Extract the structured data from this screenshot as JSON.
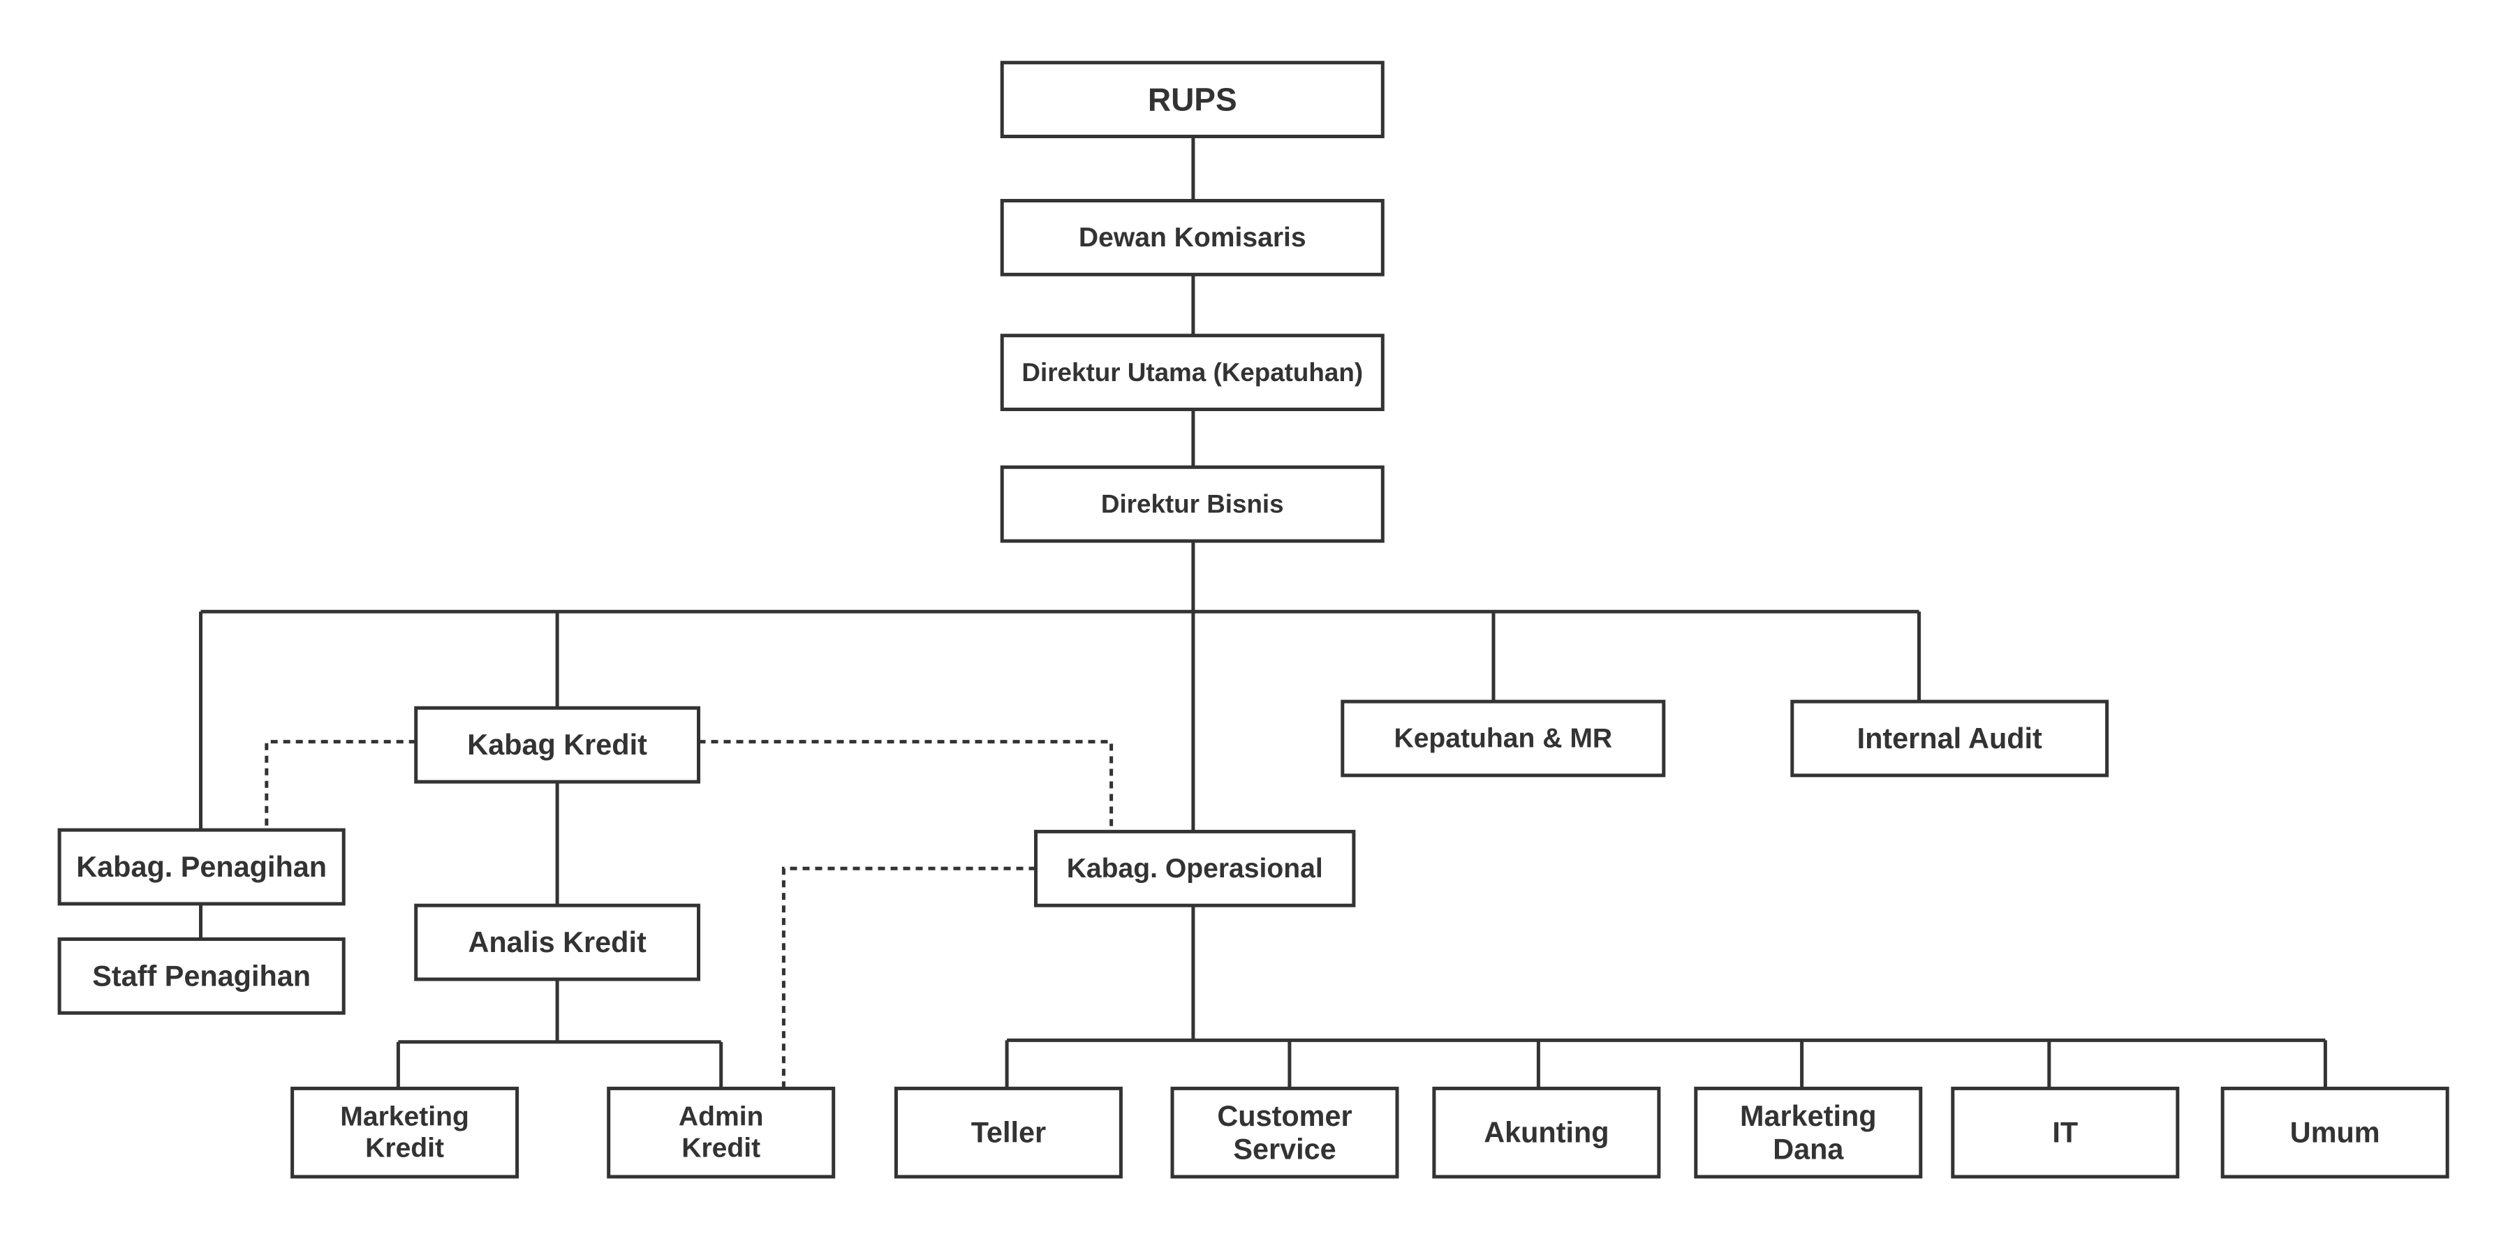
{
  "colors": {
    "line": "#333333",
    "box_fill": "#ffffff",
    "text": "#333333"
  },
  "nodes": {
    "rups": {
      "lines": [
        "RUPS"
      ]
    },
    "dewan_komisaris": {
      "lines": [
        "Dewan Komisaris"
      ]
    },
    "direktur_utama": {
      "lines": [
        "Direktur Utama (Kepatuhan)"
      ]
    },
    "direktur_bisnis": {
      "lines": [
        "Direktur Bisnis"
      ]
    },
    "kabag_kredit": {
      "lines": [
        "Kabag Kredit"
      ]
    },
    "kepatuhan_mr": {
      "lines": [
        "Kepatuhan & MR"
      ]
    },
    "internal_audit": {
      "lines": [
        "Internal Audit"
      ]
    },
    "kabag_penagihan": {
      "lines": [
        "Kabag. Penagihan"
      ]
    },
    "staff_penagihan": {
      "lines": [
        "Staff Penagihan"
      ]
    },
    "kabag_operasional": {
      "lines": [
        "Kabag. Operasional"
      ]
    },
    "analis_kredit": {
      "lines": [
        "Analis Kredit"
      ]
    },
    "marketing_kredit": {
      "lines": [
        "Marketing",
        "Kredit"
      ]
    },
    "admin_kredit": {
      "lines": [
        "Admin",
        "Kredit"
      ]
    },
    "teller": {
      "lines": [
        "Teller"
      ]
    },
    "customer_service": {
      "lines": [
        "Customer",
        "Service"
      ]
    },
    "akunting": {
      "lines": [
        "Akunting"
      ]
    },
    "marketing_dana": {
      "lines": [
        "Marketing",
        "Dana"
      ]
    },
    "it": {
      "lines": [
        "IT"
      ]
    },
    "umum": {
      "lines": [
        "Umum"
      ]
    }
  }
}
